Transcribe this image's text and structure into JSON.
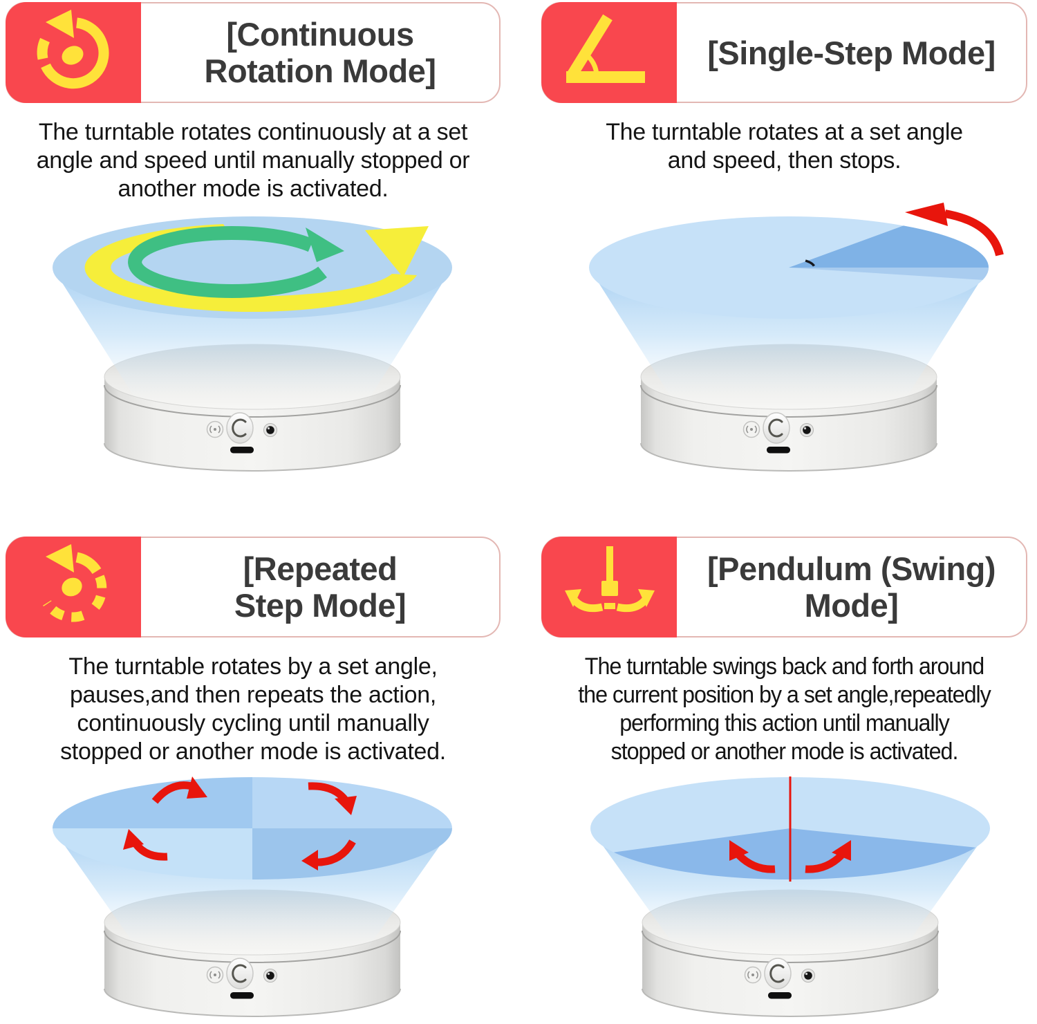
{
  "colors": {
    "badge_red": "#F9474E",
    "icon_yellow": "#FFE23A",
    "header_border": "#E3B7B3",
    "title_text": "#3A3A3A",
    "body_text": "#141414",
    "disc_blue": "#B4D5F1",
    "disc_blue_light": "#C6E1F8",
    "wedge_blue_dark": "#7FB2E6",
    "wedge_blue_mid": "#A9CCEF",
    "quad_tl": "#A0C9F0",
    "quad_tr": "#B7D7F5",
    "quad_bl": "#C4E1F8",
    "quad_br": "#9CC5EC",
    "pendulum_wedge": "#8AB8EA",
    "arrow_green": "#3FBF83",
    "arrow_yellow": "#F6EE3A",
    "arrow_red": "#E8150C",
    "angle_mark": "#16181D"
  },
  "panels": [
    {
      "id": "continuous-rotation",
      "title_lines": [
        "[Continuous",
        "Rotation Mode]"
      ],
      "description_lines": [
        "The turntable rotates continuously at a set",
        "angle and speed until manually stopped or",
        "another mode is activated."
      ]
    },
    {
      "id": "single-step",
      "title_lines": [
        "[Single-Step Mode]"
      ],
      "description_lines": [
        "The turntable rotates at a set angle",
        "and speed, then stops."
      ]
    },
    {
      "id": "repeated-step",
      "title_lines": [
        "[Repeated",
        "Step Mode]"
      ],
      "description_lines": [
        "The turntable rotates by a set angle,",
        "pauses,and then repeats the action,",
        "continuously cycling until manually",
        "stopped or another mode is activated."
      ]
    },
    {
      "id": "pendulum-swing",
      "title_lines": [
        "[Pendulum (Swing)",
        "Mode]"
      ],
      "description_lines": [
        "The turntable swings back and forth around",
        "the current position by a set angle,repeatedly",
        "performing this action until manually",
        "stopped or another mode is activated."
      ]
    }
  ]
}
